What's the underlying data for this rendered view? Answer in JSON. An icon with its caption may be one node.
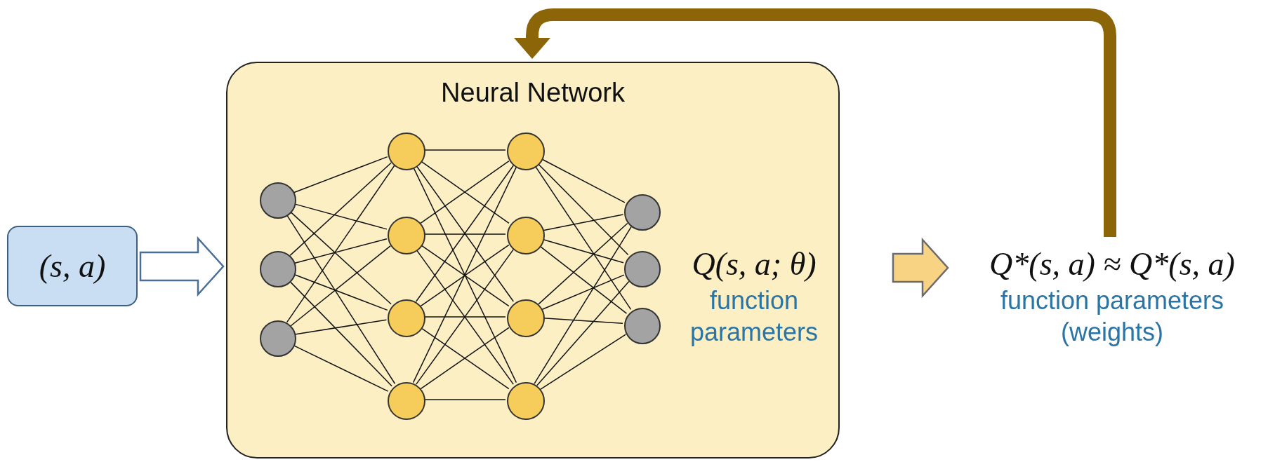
{
  "diagram": {
    "nodes": [
      {
        "text": [
          "(s, a)"
        ]
      },
      {
        "text": [
          "Neural Network",
          "Q(s, a; θ)",
          "function parameters"
        ]
      },
      {
        "text": [],
        "shape": "circle",
        "in": 1
      },
      {
        "text": [],
        "shape": "circle",
        "in": 1
      },
      {
        "text": [],
        "shape": "circle",
        "in": 1
      },
      {
        "text": [],
        "shape": "circle",
        "in": 1
      },
      {
        "text": [],
        "shape": "circle",
        "in": 1
      },
      {
        "text": [],
        "shape": "circle",
        "in": 1
      },
      {
        "text": [],
        "shape": "circle",
        "in": 1
      },
      {
        "text": [],
        "shape": "circle",
        "in": 1
      },
      {
        "text": [],
        "shape": "circle",
        "in": 1
      },
      {
        "text": [],
        "shape": "circle",
        "in": 1
      },
      {
        "text": [],
        "shape": "circle",
        "in": 1
      },
      {
        "text": [],
        "shape": "circle",
        "in": 1
      },
      {
        "text": [],
        "shape": "circle",
        "in": 1
      },
      {
        "text": [],
        "shape": "circle",
        "in": 1
      },
      {
        "text": [
          "Q*(s, a) ≈ Q*(s, a)",
          "function parameters (weights)"
        ]
      }
    ],
    "edges": [
      {
        "from": 0,
        "to": 1,
        "arrow": "to",
        "style": "thick",
        "color": "#4a6f96"
      },
      {
        "from": 1,
        "to": 16,
        "arrow": "to",
        "style": "thick",
        "color": "#f9d384"
      },
      {
        "from": 16,
        "to": 1,
        "arrow": "to",
        "style": "thick",
        "color": "#8b6508"
      },
      {
        "from": 2,
        "to": 5,
        "arrow": "none"
      },
      {
        "from": 2,
        "to": 6,
        "arrow": "none"
      },
      {
        "from": 2,
        "to": 7,
        "arrow": "none"
      },
      {
        "from": 2,
        "to": 8,
        "arrow": "none"
      },
      {
        "from": 3,
        "to": 5,
        "arrow": "none"
      },
      {
        "from": 3,
        "to": 6,
        "arrow": "none"
      },
      {
        "from": 3,
        "to": 7,
        "arrow": "none"
      },
      {
        "from": 3,
        "to": 8,
        "arrow": "none"
      },
      {
        "from": 4,
        "to": 5,
        "arrow": "none"
      },
      {
        "from": 4,
        "to": 6,
        "arrow": "none"
      },
      {
        "from": 4,
        "to": 7,
        "arrow": "none"
      },
      {
        "from": 4,
        "to": 8,
        "arrow": "none"
      },
      {
        "from": 5,
        "to": 9,
        "arrow": "none"
      },
      {
        "from": 5,
        "to": 10,
        "arrow": "none"
      },
      {
        "from": 5,
        "to": 11,
        "arrow": "none"
      },
      {
        "from": 5,
        "to": 12,
        "arrow": "none"
      },
      {
        "from": 6,
        "to": 9,
        "arrow": "none"
      },
      {
        "from": 6,
        "to": 10,
        "arrow": "none"
      },
      {
        "from": 6,
        "to": 11,
        "arrow": "none"
      },
      {
        "from": 6,
        "to": 12,
        "arrow": "none"
      },
      {
        "from": 7,
        "to": 9,
        "arrow": "none"
      },
      {
        "from": 7,
        "to": 10,
        "arrow": "none"
      },
      {
        "from": 7,
        "to": 11,
        "arrow": "none"
      },
      {
        "from": 7,
        "to": 12,
        "arrow": "none"
      },
      {
        "from": 8,
        "to": 9,
        "arrow": "none"
      },
      {
        "from": 8,
        "to": 10,
        "arrow": "none"
      },
      {
        "from": 8,
        "to": 11,
        "arrow": "none"
      },
      {
        "from": 8,
        "to": 12,
        "arrow": "none"
      },
      {
        "from": 9,
        "to": 13,
        "arrow": "none"
      },
      {
        "from": 9,
        "to": 14,
        "arrow": "none"
      },
      {
        "from": 9,
        "to": 15,
        "arrow": "none"
      },
      {
        "from": 10,
        "to": 13,
        "arrow": "none"
      },
      {
        "from": 10,
        "to": 14,
        "arrow": "none"
      },
      {
        "from": 10,
        "to": 15,
        "arrow": "none"
      },
      {
        "from": 11,
        "to": 13,
        "arrow": "none"
      },
      {
        "from": 11,
        "to": 14,
        "arrow": "none"
      },
      {
        "from": 11,
        "to": 15,
        "arrow": "none"
      },
      {
        "from": 12,
        "to": 13,
        "arrow": "none"
      },
      {
        "from": 12,
        "to": 14,
        "arrow": "none"
      },
      {
        "from": 12,
        "to": 15,
        "arrow": "none"
      }
    ]
  }
}
